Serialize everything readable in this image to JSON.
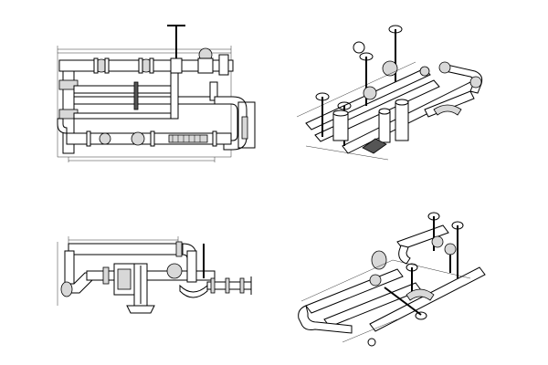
{
  "views": [
    {
      "id": "top",
      "kind": "plan"
    },
    {
      "id": "iso-rear",
      "kind": "isometric"
    },
    {
      "id": "front",
      "kind": "elevation"
    },
    {
      "id": "iso-front",
      "kind": "isometric"
    }
  ],
  "colors": {
    "line": "#000000",
    "background": "#ffffff",
    "fill_light": "#d8d8d8",
    "fill_dark": "#555555"
  }
}
